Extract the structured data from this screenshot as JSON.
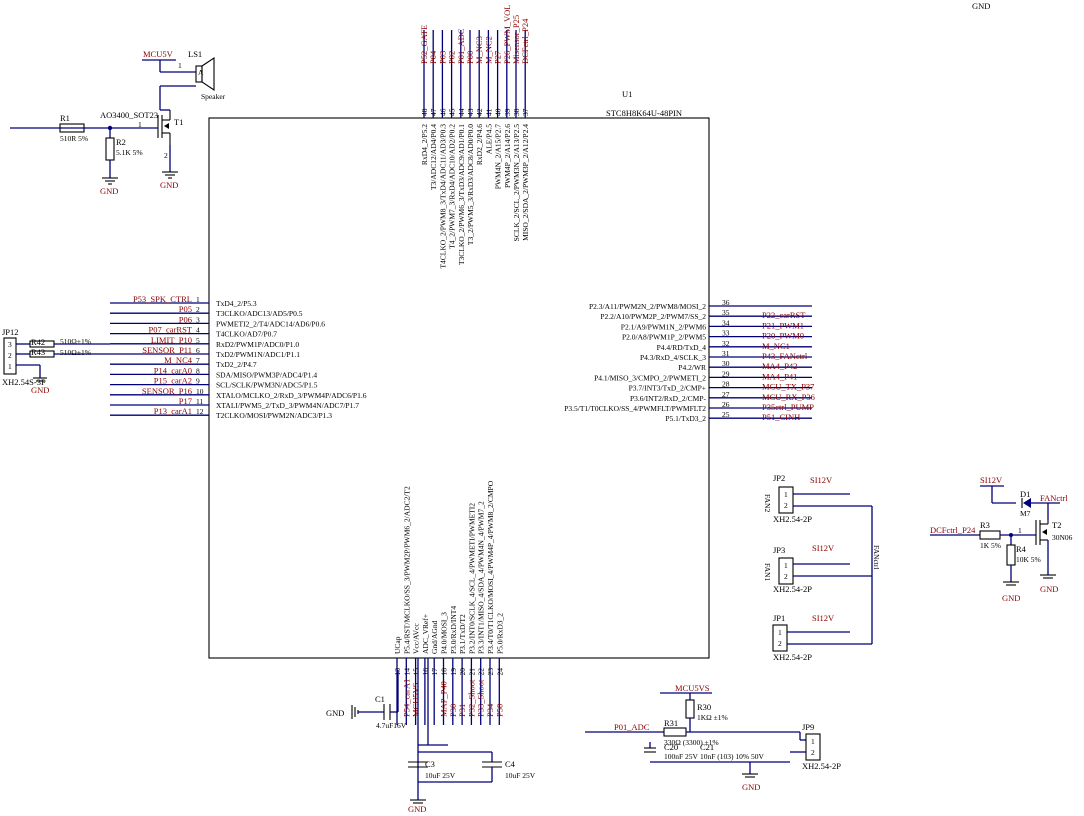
{
  "top_right_label": "GND",
  "u1": {
    "ref": "U1",
    "part": "STC8H8K64U-48PIN",
    "left_pins": [
      {
        "num": "1",
        "func": "TxD4_2/P5.3",
        "net": "P53_SPK_CTRL"
      },
      {
        "num": "2",
        "func": "T3CLKO/ADC13/AD5/P0.5",
        "net": "P05"
      },
      {
        "num": "3",
        "func": "PWMETI2_2/T4/ADC14/AD6/P0.6",
        "net": "P06"
      },
      {
        "num": "4",
        "func": "T4CLKO/AD7/P0.7",
        "net": "P07_carRST"
      },
      {
        "num": "5",
        "func": "RxD2/PWM1P/ADC0/P1.0",
        "net": "LIMIT_P10"
      },
      {
        "num": "6",
        "func": "TxD2/PWM1N/ADC1/P1.1",
        "net": "SENSOR_P11"
      },
      {
        "num": "7",
        "func": "TxD2_2/P4.7",
        "net": "M_NC4"
      },
      {
        "num": "8",
        "func": "SDA/MISO/PWM3P/ADC4/P1.4",
        "net": "P14_carA0"
      },
      {
        "num": "9",
        "func": "SCL/SCLK/PWM3N/ADC5/P1.5",
        "net": "P15_carA2"
      },
      {
        "num": "10",
        "func": "XTALO/MCLKO_2/RxD_3/PWM4P/ADC6/P1.6",
        "net": "SENSOR_P16"
      },
      {
        "num": "11",
        "func": "XTALI/PWM5_2/TxD_3/PWM4N/ADC7/P1.7",
        "net": "P17"
      },
      {
        "num": "12",
        "func": "T2CLKO/MOSI/PWM2N/ADC3/P1.3",
        "net": "P13_carA1"
      }
    ],
    "right_pins": [
      {
        "num": "36",
        "func": "P2.3/A11/PWM2N_2/PWM8/MOSI_2",
        "net": ""
      },
      {
        "num": "35",
        "func": "P2.2/A10/PWM2P_2/PWM7/SS_2",
        "net": "P22_carRST"
      },
      {
        "num": "34",
        "func": "P2.1/A9/PWM1N_2/PWM6",
        "net": "P21_PWM1"
      },
      {
        "num": "33",
        "func": "P2.0/A8/PWM1P_2/PWM5",
        "net": "P20_PWM0"
      },
      {
        "num": "32",
        "func": "P4.4/RD/TxD_4",
        "net": "M_NC1"
      },
      {
        "num": "31",
        "func": "P4.3/RxD_4/SCLK_3",
        "net": "P43_FANctrl"
      },
      {
        "num": "30",
        "func": "P4.2/WR",
        "net": "MA4_P42"
      },
      {
        "num": "29",
        "func": "P4.1/MISO_3/CMPO_2/PWMETI_2",
        "net": "MA4_P41"
      },
      {
        "num": "28",
        "func": "P3.7/INT3/TxD_2/CMP+",
        "net": "MCU_TX_P37"
      },
      {
        "num": "27",
        "func": "P3.6/INT2/RxD_2/CMP-",
        "net": "MCU_RX_P36"
      },
      {
        "num": "26",
        "func": "P3.5/T1/T0CLKO/SS_4/PWMFLT/PWMFLT2",
        "net": "P35ctrl_PUMP"
      },
      {
        "num": "25",
        "func": "P5.1/TxD3_2",
        "net": "P51_CINH"
      }
    ],
    "top_pins": [
      {
        "num": "48",
        "func": "RxD4_2/P5.2",
        "net": "P52_GATE"
      },
      {
        "num": "47",
        "func": "T3/ADC12/AD4/P0.4",
        "net": "P04"
      },
      {
        "num": "46",
        "func": "T4CLKO_2/PWM8_3/TxD4/ADC11/AD3/P0.3",
        "net": "P03"
      },
      {
        "num": "45",
        "func": "T4_2/PWM7_3/RxD4/ADC10/AD2/P0.2",
        "net": "P02"
      },
      {
        "num": "44",
        "func": "T3CLKO_2/PWM6_3/TxD3/ADC9/AD1/P0.1",
        "net": "P01_ADC"
      },
      {
        "num": "43",
        "func": "T3_2/PWM5_3/RxD3/ADC8/AD0/P0.0",
        "net": "P00"
      },
      {
        "num": "42",
        "func": "RxD2_2/P4.6",
        "net": "M_NC3"
      },
      {
        "num": "41",
        "func": "ALE/P4.5",
        "net": "M_NC2"
      },
      {
        "num": "40",
        "func": "PWM4N_2/A15/P2.7",
        "net": "P27"
      },
      {
        "num": "39",
        "func": "PWM4P_2/A14/P2.6",
        "net": "P26_PWM_VOL"
      },
      {
        "num": "38",
        "func": "SCLK_2/SCL_2/PWM3N_2/A13/P2.5",
        "net": "Misensor_P25"
      },
      {
        "num": "37",
        "func": "MISO_2/SDA_2/PWM3P_2/A12/P2.4",
        "net": "DCFctrl_P24"
      }
    ],
    "bottom_pins": [
      {
        "num": "13",
        "func": "UCap",
        "net": ""
      },
      {
        "num": "14",
        "func": "P5.4/RST/MCLKO/SS_3/PWM2P/PWM6_2/ADC2/T2",
        "net": "P54_carA1"
      },
      {
        "num": "15",
        "func": "Vcc/AVcc",
        "net": "MCU5VS"
      },
      {
        "num": "16",
        "func": "ADC_VRef+",
        "net": ""
      },
      {
        "num": "17",
        "func": "Gnd/AGnd",
        "net": ""
      },
      {
        "num": "18",
        "func": "P4.0/MOSI_3",
        "net": "MAP_P40"
      },
      {
        "num": "19",
        "func": "P3.0/RxD/INT4",
        "net": "P30"
      },
      {
        "num": "20",
        "func": "P3.1/TxD/T2",
        "net": "P31"
      },
      {
        "num": "21",
        "func": "P3.2/INT0/SCLK_4/SCL_4/PWMETI/PWMETI2",
        "net": "P32_Shoot"
      },
      {
        "num": "22",
        "func": "P3.3/INT1/MISO_4/SDA_4/PWM4N_4/PWM7_2",
        "net": "P33_Shoot"
      },
      {
        "num": "23",
        "func": "P3.4/T0/T1CLKO/MOSI_4/PWM4P_4/PWM8_2/CMPO",
        "net": "P34"
      },
      {
        "num": "24",
        "func": "P5.0/RxD3_2",
        "net": "P50"
      }
    ]
  },
  "speaker": {
    "ref": "LS1",
    "pin": "1",
    "label": "A",
    "value": "Speaker",
    "supply": "MCU5V"
  },
  "t1": {
    "ref": "T1",
    "part": "AO3400_SOT23",
    "pin_g": "1",
    "pin_s": "2",
    "gnd": "GND"
  },
  "r1": {
    "ref": "R1",
    "value": "510R 5%"
  },
  "r2": {
    "ref": "R2",
    "value": "5.1K 5%",
    "gnd": "GND"
  },
  "jp12": {
    "ref": "JP12",
    "value": "XH2.54S-3P",
    "pins": [
      "3",
      "2",
      "1"
    ],
    "gnd": "GND"
  },
  "r42": {
    "ref": "R42",
    "value": "510Ω±1%"
  },
  "r43": {
    "ref": "R43",
    "value": "510Ω±1%"
  },
  "caps": {
    "c1": {
      "ref": "C1",
      "value": "4.7uF16V",
      "gnd": "GND"
    },
    "c3": {
      "ref": "C3",
      "value": "10uF 25V"
    },
    "c4": {
      "ref": "C4",
      "value": "10uF 25V"
    },
    "gnd_bottom": "GND"
  },
  "fans": {
    "jp2": {
      "ref": "JP2",
      "label": "FAN2",
      "value": "XH2.54-2P",
      "supply": "SI12V"
    },
    "jp3": {
      "ref": "JP3",
      "label": "FAN1",
      "value": "XH2.54-2P",
      "supply": "SI12V"
    },
    "jp1": {
      "ref": "JP1",
      "value": "XH2.54-2P",
      "supply": "SI12V"
    },
    "net": "FANctrl"
  },
  "fanctrl": {
    "supply": "SI12V",
    "d1": "D1",
    "m7": "M7",
    "net": "FANctrl",
    "r3": {
      "ref": "R3",
      "value": "1K 5%"
    },
    "r4": {
      "ref": "R4",
      "value": "10K 5%"
    },
    "t2": {
      "ref": "T2",
      "part": "30N06"
    },
    "input": "DCFctrl_P24",
    "pin1": "1",
    "gnd1": "GND",
    "gnd2": "GND"
  },
  "adc": {
    "supply": "MCU5VS",
    "r30": {
      "ref": "R30",
      "value": "1KΩ ±1%"
    },
    "r31": {
      "ref": "R31",
      "value": "330Ω (3300) ±1%"
    },
    "c20": {
      "ref": "C20",
      "value": "100nF 25V"
    },
    "c21": {
      "ref": "C21",
      "value": "10nF (103) 10% 50V"
    },
    "net": "P01_ADC",
    "jp9": {
      "ref": "JP9",
      "value": "XH2.54-2P",
      "pins": [
        "1",
        "2"
      ]
    },
    "gnd": "GND"
  }
}
